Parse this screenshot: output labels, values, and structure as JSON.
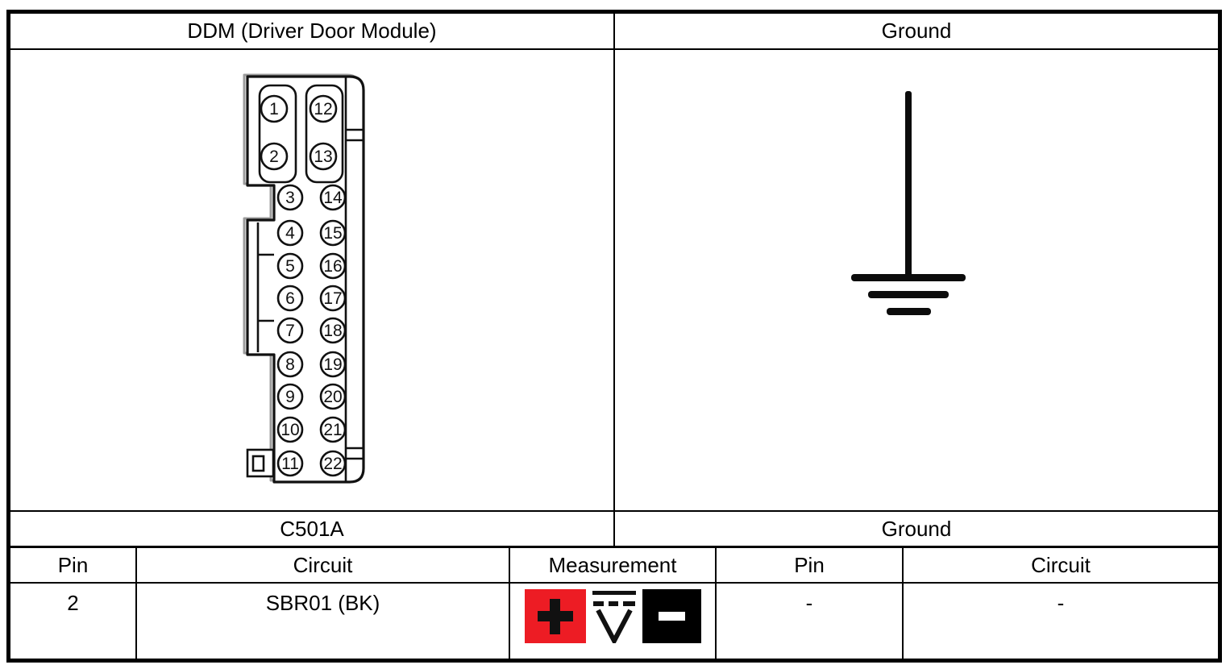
{
  "panels": {
    "left": {
      "header": "DDM (Driver Door Module)",
      "connector_label": "C501A",
      "connector": {
        "left_pins": [
          "1",
          "2",
          "3",
          "4",
          "5",
          "6",
          "7",
          "8",
          "9",
          "10",
          "11"
        ],
        "right_pins": [
          "12",
          "13",
          "14",
          "15",
          "16",
          "17",
          "18",
          "19",
          "20",
          "21",
          "22"
        ]
      }
    },
    "right": {
      "header": "Ground",
      "footer_label": "Ground"
    }
  },
  "table": {
    "headers": {
      "pin_left": "Pin",
      "circuit_left": "Circuit",
      "measurement": "Measurement",
      "pin_right": "Pin",
      "circuit_right": "Circuit"
    },
    "row": {
      "pin_left": "2",
      "circuit_left": "SBR01 (BK)",
      "pin_right": "-",
      "circuit_right": "-",
      "measurement_icons": [
        {
          "name": "positive-probe-icon",
          "glyph": "+"
        },
        {
          "name": "dc-voltage-meter-icon",
          "glyph": "V"
        },
        {
          "name": "negative-probe-icon",
          "glyph": "−"
        }
      ]
    }
  },
  "colors": {
    "positive_red": "#ED1C24",
    "probe_black": "#000000",
    "line_black": "#111111"
  }
}
